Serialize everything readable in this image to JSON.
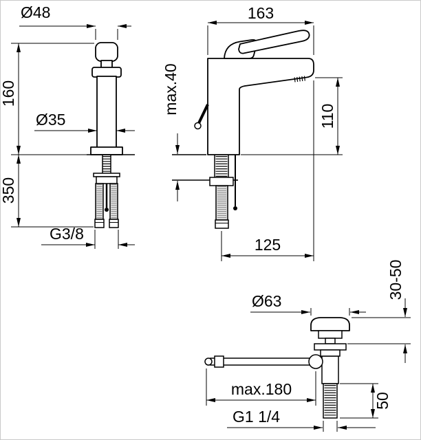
{
  "page": {
    "background": "#ffffff",
    "line_color": "#000000",
    "border_color": "#c9c9c9"
  },
  "drawing": {
    "type": "technical-dimension-drawing",
    "views": [
      {
        "id": "front",
        "name": "faucet front view"
      },
      {
        "id": "side",
        "name": "faucet side view"
      },
      {
        "id": "drain",
        "name": "pop-up waste drain view"
      }
    ],
    "labels": {
      "front_top_diameter": "Ø48",
      "front_height": "160",
      "front_base_diameter": "Ø35",
      "front_hose_length": "350",
      "front_thread": "G3/8",
      "side_depth": "163",
      "side_deck_thickness": "max.40",
      "side_spout_height": "110",
      "side_projection": "125",
      "drain_plug_diameter": "Ø63",
      "drain_adjust_range": "30-50",
      "drain_rod_length": "max.180",
      "drain_thread": "G1 1/4",
      "drain_tail_length": "50"
    }
  }
}
